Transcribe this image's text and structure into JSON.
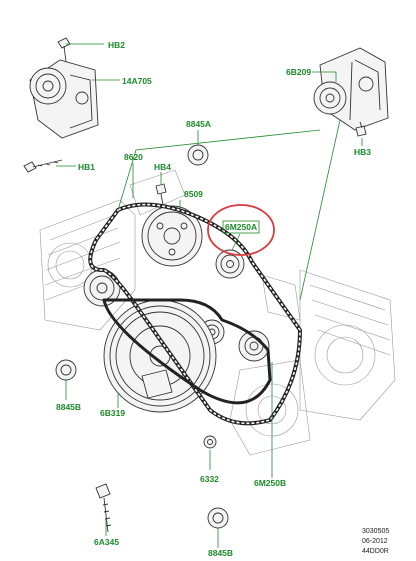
{
  "diagram": {
    "callouts": [
      "HB2",
      "14A705",
      "6B209",
      "HB3",
      "8845A",
      "HB1",
      "8620",
      "HB4",
      "8509",
      "6M250A",
      "8845B",
      "6B319",
      "6332",
      "6M250B",
      "6A345",
      "8845B"
    ],
    "highlighted_callout": "6M250A",
    "highlight_color": "#d93a3a",
    "label_color": "#1e8a2c",
    "reference_block": [
      "3030505",
      "06-2012",
      "44DD0R"
    ]
  }
}
